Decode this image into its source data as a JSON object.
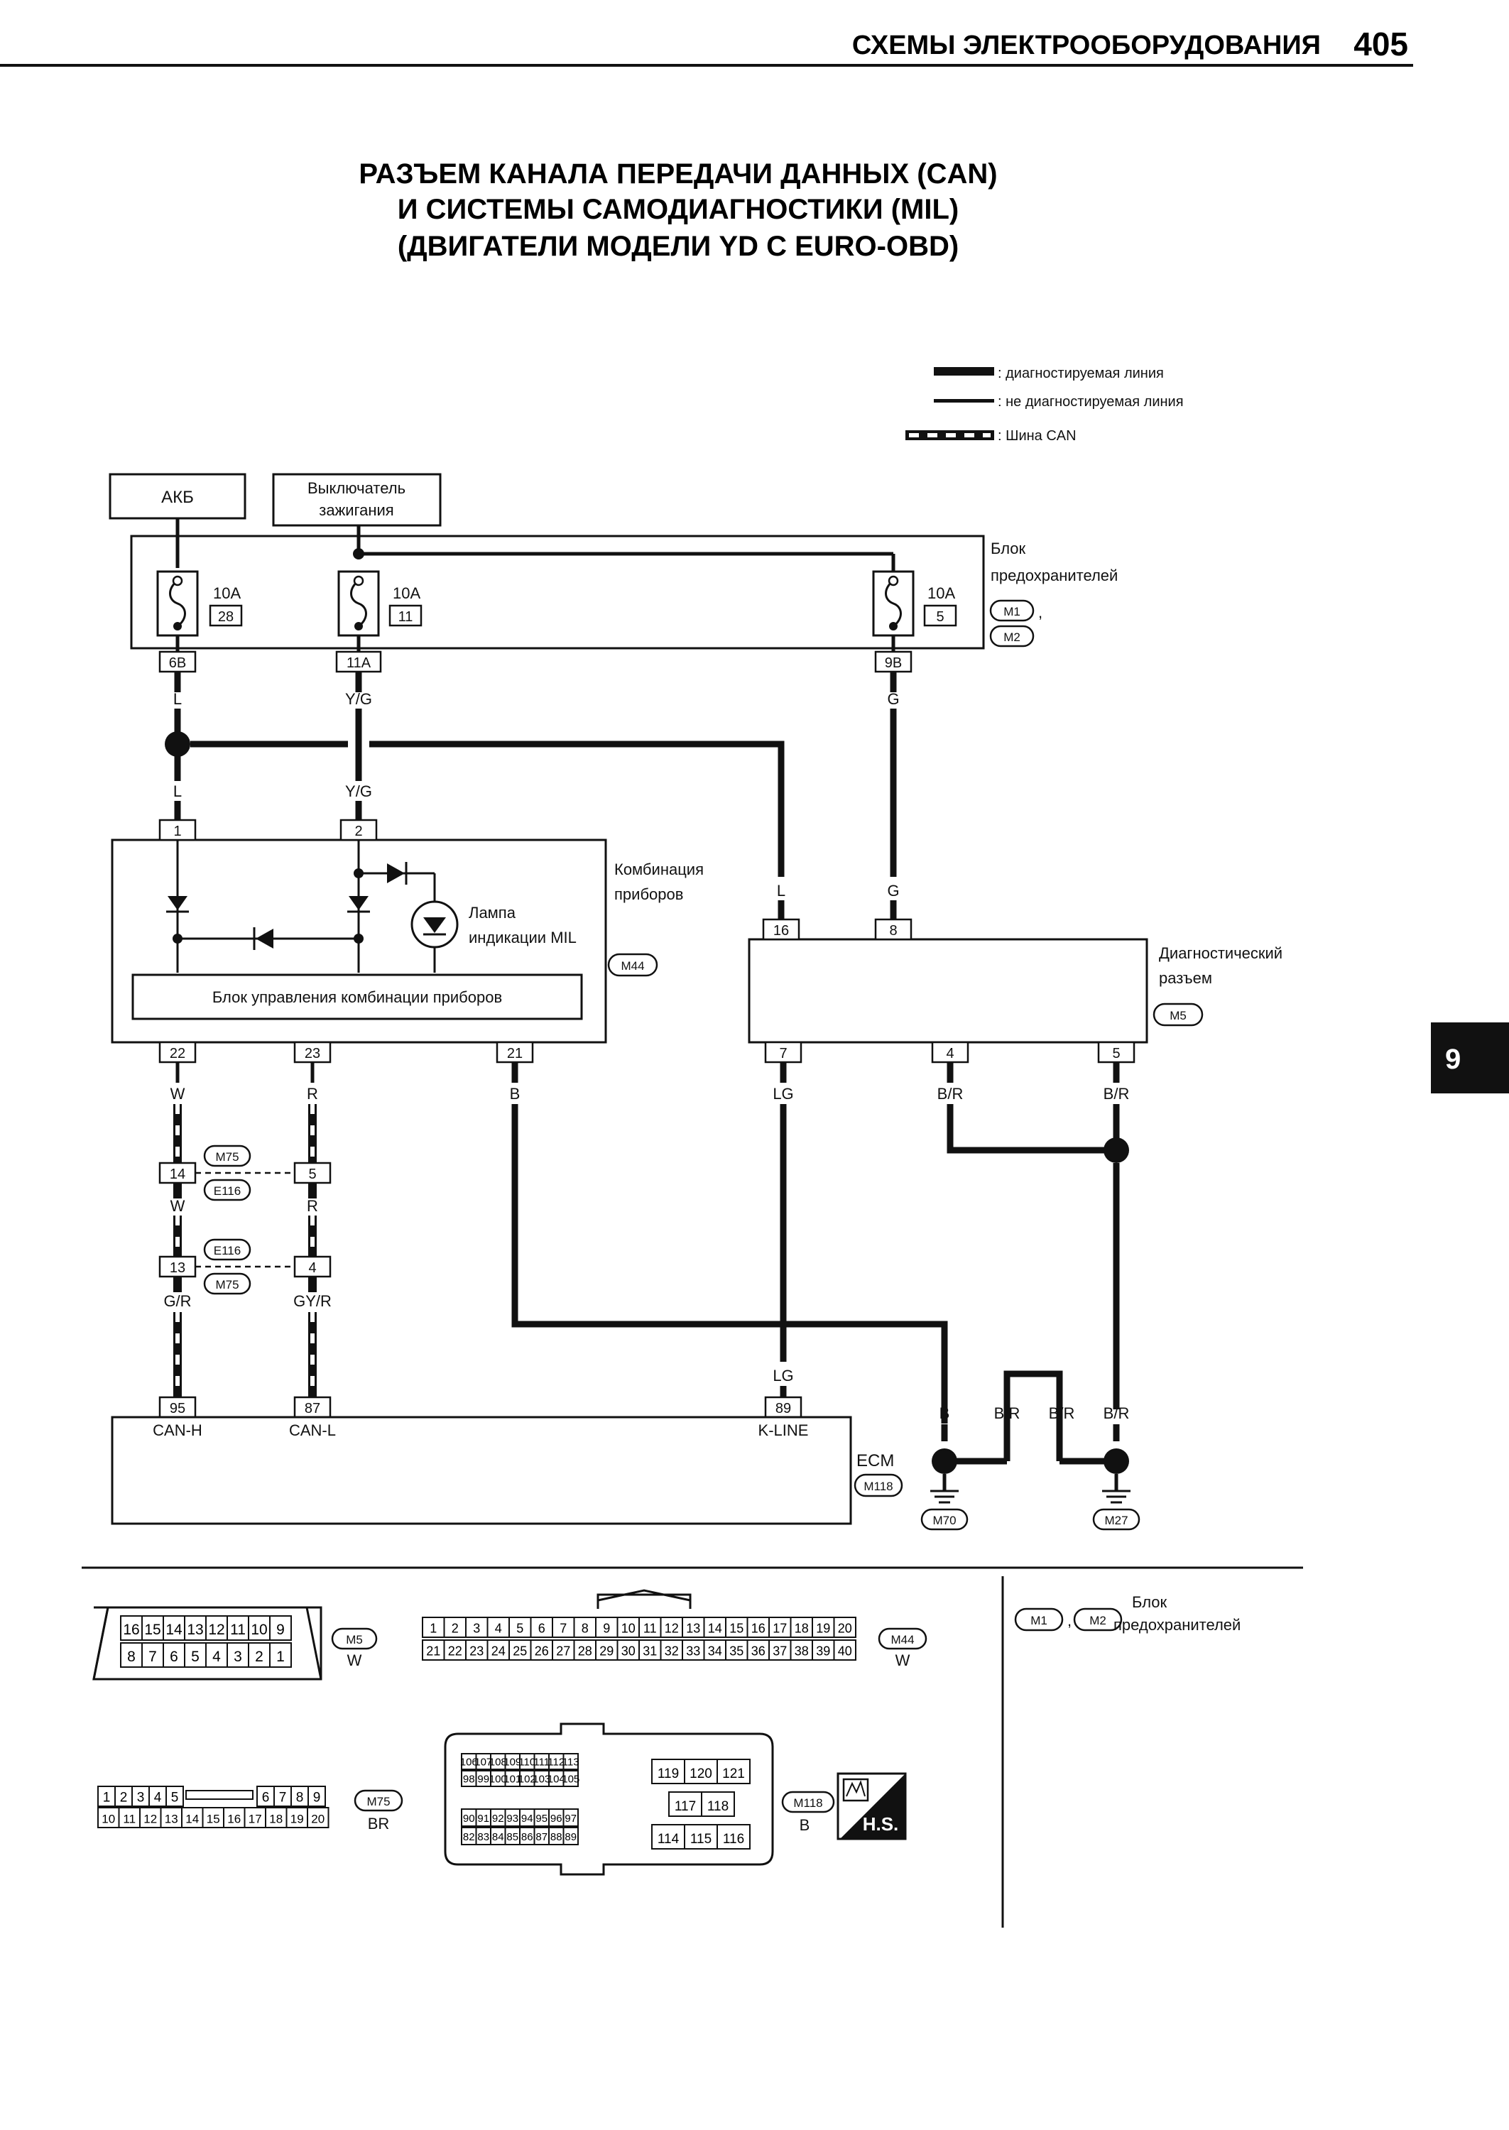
{
  "header": {
    "section": "СХЕМЫ ЭЛЕКТРООБОРУДОВАНИЯ",
    "page": "405"
  },
  "title": {
    "line1": "РАЗЪЕМ КАНАЛА ПЕРЕДАЧИ ДАННЫХ (CAN)",
    "line2": "И СИСТЕМЫ САМОДИАГНОСТИКИ (MIL)",
    "line3": "(ДВИГАТЕЛИ МОДЕЛИ YD С EURO-OBD)"
  },
  "legend": {
    "diag": "диагностируемая линия",
    "nondiag": "не диагностируемая линия",
    "can": "Шина CAN"
  },
  "chapter_tab": "9",
  "components": {
    "battery": "АКБ",
    "ignition_l1": "Выключатель",
    "ignition_l2": "зажигания",
    "fuse_block_l1": "Блок",
    "fuse_block_l2": "предохранителей",
    "fuse_block_codes": [
      "M1",
      "M2"
    ],
    "fuses": [
      {
        "amp": "10A",
        "num": "28"
      },
      {
        "amp": "10A",
        "num": "11"
      },
      {
        "amp": "10A",
        "num": "5"
      }
    ],
    "combo_l1": "Комбинация",
    "combo_l2": "приборов",
    "combo_code": "M44",
    "lamp_l1": "Лампа",
    "lamp_l2": "индикации MIL",
    "combo_ctrl": "Блок управления комбинации приборов",
    "diag_l1": "Диагностический",
    "diag_l2": "разъем",
    "diag_code": "M5",
    "ecm": "ECM",
    "ecm_code": "M118",
    "gnd1": "M70",
    "gnd2": "M27"
  },
  "pins": {
    "fuse_out": [
      "6B",
      "11A",
      "9B"
    ],
    "combo_in": [
      "1",
      "2"
    ],
    "combo_out": [
      "22",
      "23",
      "21"
    ],
    "diag_in": [
      "16",
      "8"
    ],
    "diag_out": [
      "7",
      "4",
      "5"
    ],
    "jc_a": [
      "14",
      "5"
    ],
    "jc_b": [
      "13",
      "4"
    ],
    "ecm": [
      "95",
      "87",
      "89"
    ],
    "ecm_names": [
      "CAN-H",
      "CAN-L",
      "K-LINE"
    ]
  },
  "wire_colors": {
    "L": "L",
    "YG": "Y/G",
    "G": "G",
    "W": "W",
    "R": "R",
    "B": "B",
    "LG": "LG",
    "BR": "B/R",
    "GR": "G/R",
    "GYR": "GY/R"
  },
  "jc_codes": [
    "M75",
    "E116"
  ],
  "connectors": {
    "m5": {
      "row1": [
        "16",
        "15",
        "14",
        "13",
        "12",
        "11",
        "10",
        "9"
      ],
      "row2": [
        "8",
        "7",
        "6",
        "5",
        "4",
        "3",
        "2",
        "1"
      ],
      "code": "M5",
      "color": "W"
    },
    "m44": {
      "row1": [
        "1",
        "2",
        "3",
        "4",
        "5",
        "6",
        "7",
        "8",
        "9",
        "10",
        "11",
        "12",
        "13",
        "14",
        "15",
        "16",
        "17",
        "18",
        "19",
        "20"
      ],
      "row2": [
        "21",
        "22",
        "23",
        "24",
        "25",
        "26",
        "27",
        "28",
        "29",
        "30",
        "31",
        "32",
        "33",
        "34",
        "35",
        "36",
        "37",
        "38",
        "39",
        "40"
      ],
      "code": "M44",
      "color": "W"
    },
    "m75": {
      "row1": [
        "1",
        "2",
        "3",
        "4",
        "5",
        "6",
        "7",
        "8",
        "9"
      ],
      "row2": [
        "10",
        "11",
        "12",
        "13",
        "14",
        "15",
        "16",
        "17",
        "18",
        "19",
        "20"
      ],
      "code": "M75",
      "color": "BR"
    },
    "m118": {
      "a1": [
        "106",
        "107",
        "108",
        "109",
        "110",
        "111",
        "112",
        "113"
      ],
      "a2": [
        "98",
        "99",
        "100",
        "101",
        "102",
        "103",
        "104",
        "105"
      ],
      "b1": [
        "90",
        "91",
        "92",
        "93",
        "94",
        "95",
        "96",
        "97"
      ],
      "b2": [
        "82",
        "83",
        "84",
        "85",
        "86",
        "87",
        "88",
        "89"
      ],
      "c1": [
        "119",
        "120",
        "121"
      ],
      "c2": [
        "117",
        "118"
      ],
      "c3": [
        "114",
        "115",
        "116"
      ],
      "code": "M118",
      "color": "B"
    },
    "fuse_note_codes": [
      "M1",
      "M2"
    ],
    "fuse_note_l1": "Блок",
    "fuse_note_l2": "предохранителей",
    "hs": "H.S."
  }
}
